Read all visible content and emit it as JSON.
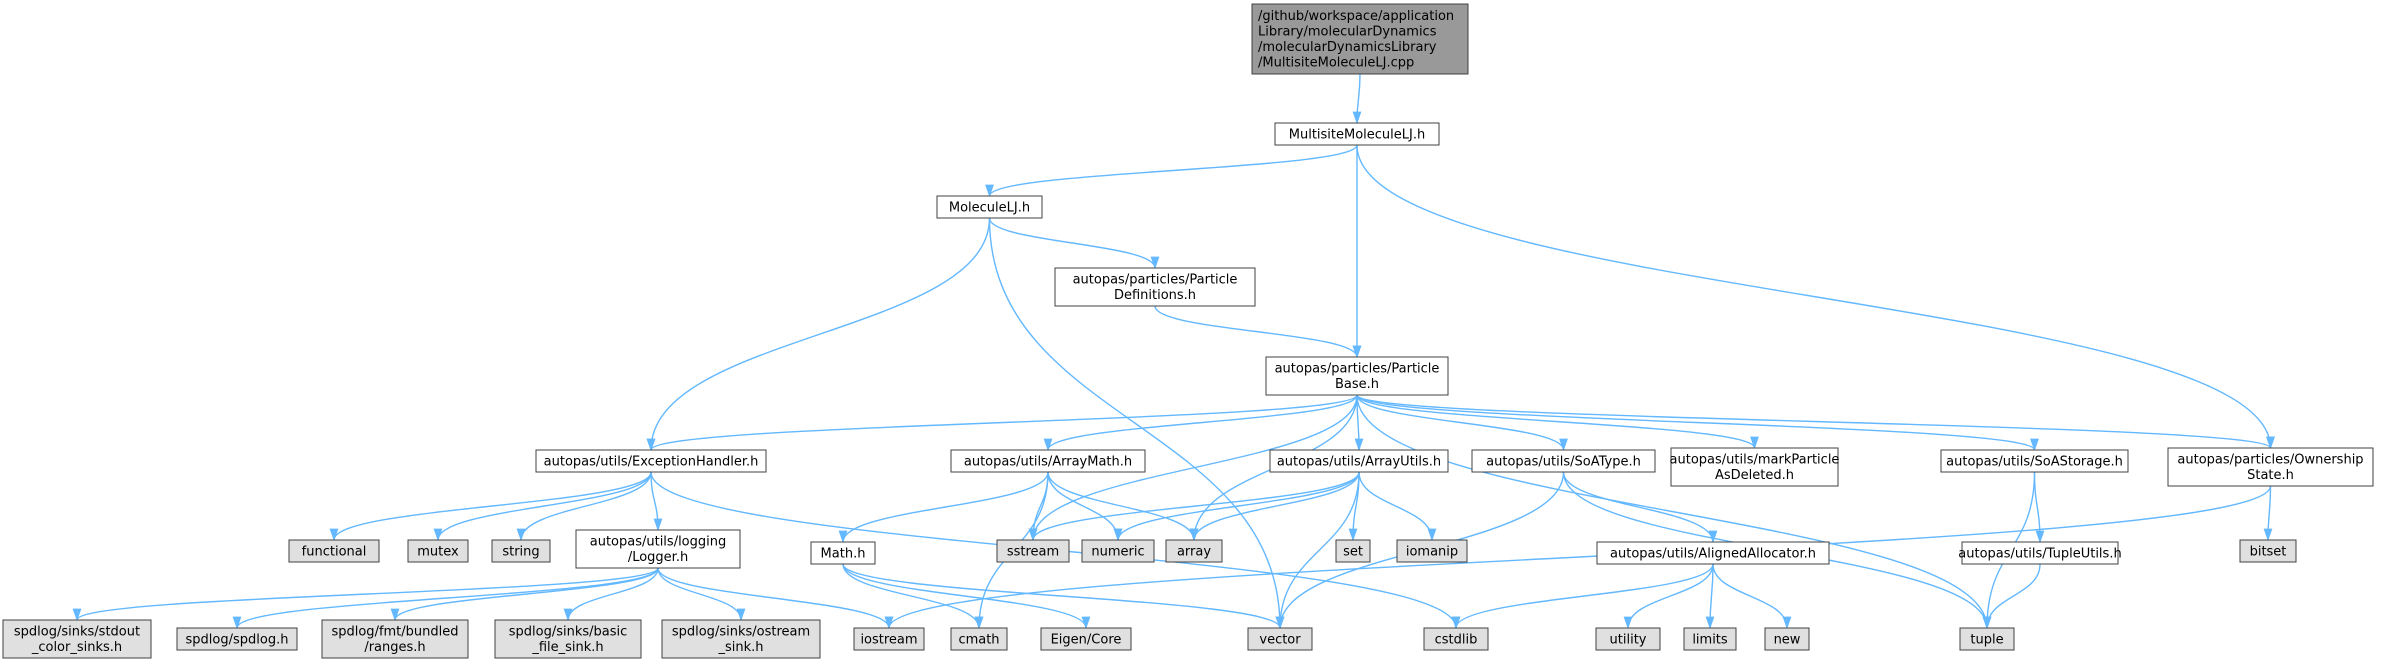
{
  "colors": {
    "edge": "#63b8ff",
    "root_fill": "#999999",
    "file_fill": "#ffffff",
    "external_fill": "#e0e0e0",
    "border": "#404040",
    "external_border": "#c8c8c8"
  },
  "nodes": [
    {
      "id": "root",
      "kind": "root",
      "lines": [
        "/github/workspace/application",
        "Library/molecularDynamics",
        "/molecularDynamicsLibrary",
        "/MultisiteMoleculeLJ.cpp"
      ]
    },
    {
      "id": "multisite",
      "kind": "file",
      "lines": [
        "MultisiteMoleculeLJ.h"
      ]
    },
    {
      "id": "moleculelj",
      "kind": "file",
      "lines": [
        "MoleculeLJ.h"
      ]
    },
    {
      "id": "particledefs",
      "kind": "file",
      "lines": [
        "autopas/particles/Particle",
        "Definitions.h"
      ]
    },
    {
      "id": "particlebase",
      "kind": "file",
      "lines": [
        "autopas/particles/Particle",
        "Base.h"
      ]
    },
    {
      "id": "exceptionhandler",
      "kind": "file",
      "lines": [
        "autopas/utils/ExceptionHandler.h"
      ]
    },
    {
      "id": "arraymath",
      "kind": "file",
      "lines": [
        "autopas/utils/ArrayMath.h"
      ]
    },
    {
      "id": "arrayutils",
      "kind": "file",
      "lines": [
        "autopas/utils/ArrayUtils.h"
      ]
    },
    {
      "id": "soatype",
      "kind": "file",
      "lines": [
        "autopas/utils/SoAType.h"
      ]
    },
    {
      "id": "markparticle",
      "kind": "file",
      "lines": [
        "autopas/utils/markParticle",
        "AsDeleted.h"
      ]
    },
    {
      "id": "soastorage",
      "kind": "file",
      "lines": [
        "autopas/utils/SoAStorage.h"
      ]
    },
    {
      "id": "ownership",
      "kind": "file",
      "lines": [
        "autopas/particles/Ownership",
        "State.h"
      ]
    },
    {
      "id": "logger",
      "kind": "file",
      "lines": [
        "autopas/utils/logging",
        "/Logger.h"
      ]
    },
    {
      "id": "mathh",
      "kind": "file",
      "lines": [
        "Math.h"
      ]
    },
    {
      "id": "alignedalloc",
      "kind": "file",
      "lines": [
        "autopas/utils/AlignedAllocator.h"
      ]
    },
    {
      "id": "tupleutils",
      "kind": "file",
      "lines": [
        "autopas/utils/TupleUtils.h"
      ]
    },
    {
      "id": "functional",
      "kind": "external",
      "lines": [
        "functional"
      ]
    },
    {
      "id": "mutex",
      "kind": "external",
      "lines": [
        "mutex"
      ]
    },
    {
      "id": "string",
      "kind": "external",
      "lines": [
        "string"
      ]
    },
    {
      "id": "sstream",
      "kind": "external",
      "lines": [
        "sstream"
      ]
    },
    {
      "id": "numeric",
      "kind": "external",
      "lines": [
        "numeric"
      ]
    },
    {
      "id": "array",
      "kind": "external",
      "lines": [
        "array"
      ]
    },
    {
      "id": "set",
      "kind": "external",
      "lines": [
        "set"
      ]
    },
    {
      "id": "iomanip",
      "kind": "external",
      "lines": [
        "iomanip"
      ]
    },
    {
      "id": "bitset",
      "kind": "external",
      "lines": [
        "bitset"
      ]
    },
    {
      "id": "stdout",
      "kind": "external",
      "lines": [
        "spdlog/sinks/stdout",
        "_color_sinks.h"
      ]
    },
    {
      "id": "spdlog",
      "kind": "external",
      "lines": [
        "spdlog/spdlog.h"
      ]
    },
    {
      "id": "fmtranges",
      "kind": "external",
      "lines": [
        "spdlog/fmt/bundled",
        "/ranges.h"
      ]
    },
    {
      "id": "basicfile",
      "kind": "external",
      "lines": [
        "spdlog/sinks/basic",
        "_file_sink.h"
      ]
    },
    {
      "id": "ostreamsink",
      "kind": "external",
      "lines": [
        "spdlog/sinks/ostream",
        "_sink.h"
      ]
    },
    {
      "id": "iostream",
      "kind": "external",
      "lines": [
        "iostream"
      ]
    },
    {
      "id": "cmath",
      "kind": "external",
      "lines": [
        "cmath"
      ]
    },
    {
      "id": "eigen",
      "kind": "external",
      "lines": [
        "Eigen/Core"
      ]
    },
    {
      "id": "vector",
      "kind": "external",
      "lines": [
        "vector"
      ]
    },
    {
      "id": "cstdlib",
      "kind": "external",
      "lines": [
        "cstdlib"
      ]
    },
    {
      "id": "utility",
      "kind": "external",
      "lines": [
        "utility"
      ]
    },
    {
      "id": "limits",
      "kind": "external",
      "lines": [
        "limits"
      ]
    },
    {
      "id": "new",
      "kind": "external",
      "lines": [
        "new"
      ]
    },
    {
      "id": "tuple",
      "kind": "external",
      "lines": [
        "tuple"
      ]
    }
  ],
  "edges": [
    [
      "root",
      "multisite"
    ],
    [
      "multisite",
      "moleculelj"
    ],
    [
      "multisite",
      "particlebase"
    ],
    [
      "multisite",
      "ownership"
    ],
    [
      "moleculelj",
      "exceptionhandler"
    ],
    [
      "moleculelj",
      "particledefs"
    ],
    [
      "moleculelj",
      "vector"
    ],
    [
      "particledefs",
      "particlebase"
    ],
    [
      "particlebase",
      "exceptionhandler"
    ],
    [
      "particlebase",
      "arraymath"
    ],
    [
      "particlebase",
      "arrayutils"
    ],
    [
      "particlebase",
      "soatype"
    ],
    [
      "particlebase",
      "markparticle"
    ],
    [
      "particlebase",
      "soastorage"
    ],
    [
      "particlebase",
      "ownership"
    ],
    [
      "particlebase",
      "sstream"
    ],
    [
      "particlebase",
      "array"
    ],
    [
      "particlebase",
      "tuple"
    ],
    [
      "exceptionhandler",
      "functional"
    ],
    [
      "exceptionhandler",
      "mutex"
    ],
    [
      "exceptionhandler",
      "string"
    ],
    [
      "exceptionhandler",
      "logger"
    ],
    [
      "exceptionhandler",
      "cstdlib"
    ],
    [
      "logger",
      "stdout"
    ],
    [
      "logger",
      "spdlog"
    ],
    [
      "logger",
      "fmtranges"
    ],
    [
      "logger",
      "basicfile"
    ],
    [
      "logger",
      "ostreamsink"
    ],
    [
      "logger",
      "iostream"
    ],
    [
      "arraymath",
      "mathh"
    ],
    [
      "arraymath",
      "sstream"
    ],
    [
      "arraymath",
      "numeric"
    ],
    [
      "arraymath",
      "array"
    ],
    [
      "arraymath",
      "cmath"
    ],
    [
      "mathh",
      "cmath"
    ],
    [
      "mathh",
      "eigen"
    ],
    [
      "mathh",
      "vector"
    ],
    [
      "arrayutils",
      "sstream"
    ],
    [
      "arrayutils",
      "numeric"
    ],
    [
      "arrayutils",
      "array"
    ],
    [
      "arrayutils",
      "set"
    ],
    [
      "arrayutils",
      "iomanip"
    ],
    [
      "arrayutils",
      "vector"
    ],
    [
      "soatype",
      "alignedalloc"
    ],
    [
      "soatype",
      "tuple"
    ],
    [
      "soatype",
      "vector"
    ],
    [
      "alignedalloc",
      "cstdlib"
    ],
    [
      "alignedalloc",
      "utility"
    ],
    [
      "alignedalloc",
      "limits"
    ],
    [
      "alignedalloc",
      "new"
    ],
    [
      "soastorage",
      "tupleutils"
    ],
    [
      "soastorage",
      "tuple"
    ],
    [
      "tupleutils",
      "tuple"
    ],
    [
      "ownership",
      "bitset"
    ],
    [
      "ownership",
      "iostream"
    ]
  ]
}
